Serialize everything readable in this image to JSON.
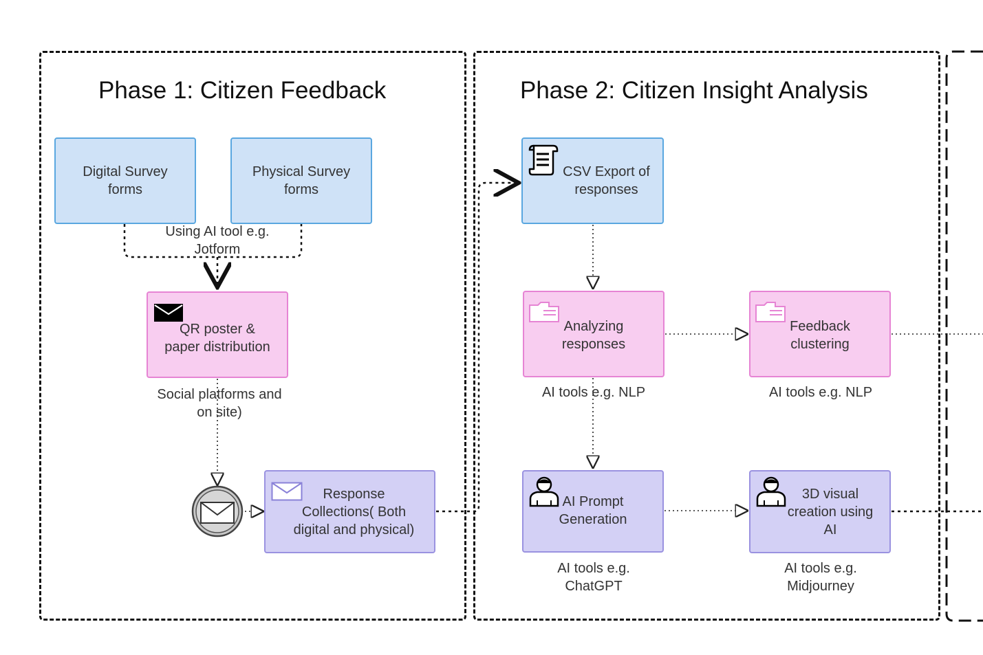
{
  "phases": [
    {
      "title": "Phase 1: Citizen Feedback"
    },
    {
      "title": "Phase 2: Citizen Insight Analysis"
    }
  ],
  "nodes": {
    "digital_survey": "Digital Survey\nforms",
    "physical_survey": "Physical Survey\nforms",
    "qr_poster": "QR poster &\npaper distribution",
    "response_collections": "Response\nCollections( Both\ndigital and physical)",
    "csv_export": "CSV Export of\nresponses",
    "analyzing": "Analyzing\nresponses",
    "clustering": "Feedback\nclustering",
    "prompt_gen": "AI Prompt\nGeneration",
    "visual_3d": "3D visual\ncreation using\nAI"
  },
  "labels": {
    "ai_tool_jotform": "Using AI tool e.g.\nJotform",
    "social_platforms": "Social platforms and\non site)",
    "ai_tools_nlp_1": "AI tools e.g. NLP",
    "ai_tools_nlp_2": "AI tools e.g. NLP",
    "ai_tools_chatgpt": "AI tools e.g.\nChatGPT",
    "ai_tools_midjourney": "AI tools e.g.\nMidjourney"
  },
  "icons": [
    "envelope-icon",
    "mail-event-icon",
    "scroll-icon",
    "folder-icon",
    "user-icon"
  ],
  "colors": {
    "blue_fill": "#cfe2f7",
    "blue_border": "#5aa7e0",
    "pink_fill": "#f8cdf0",
    "pink_border": "#e684d4",
    "lavender_fill": "#d3d0f5",
    "lavender_border": "#9a92e0"
  }
}
